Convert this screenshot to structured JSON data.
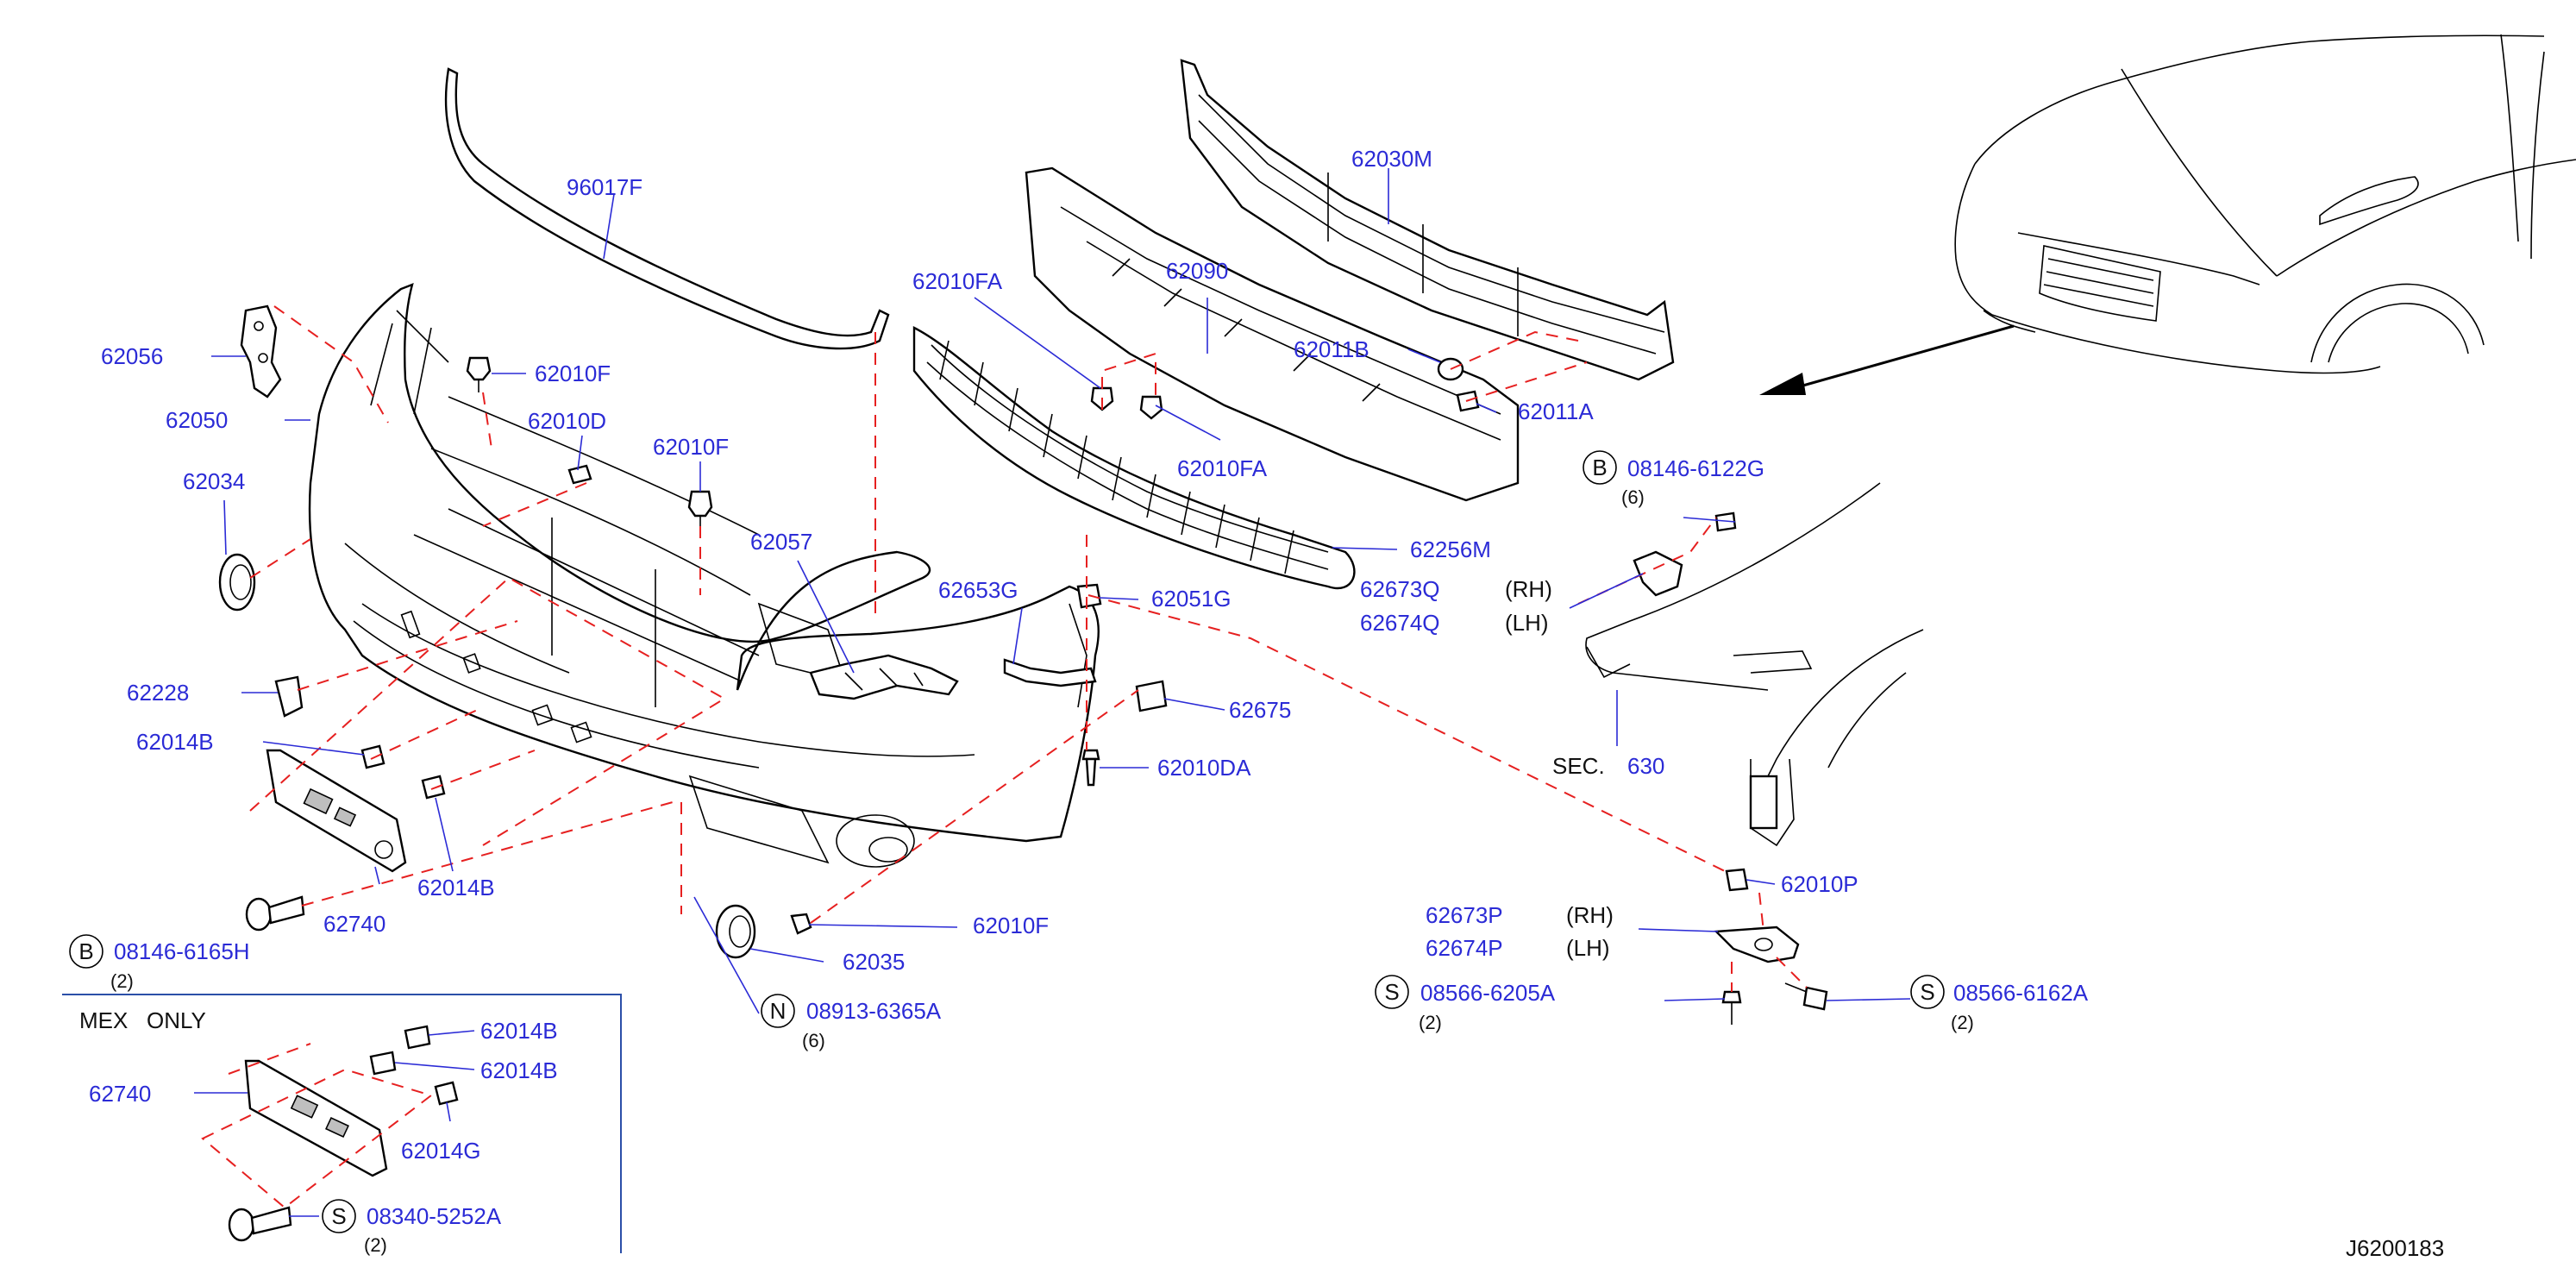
{
  "labels": {
    "p96017F": "96017F",
    "p62056": "62056",
    "p62050": "62050",
    "p62034": "62034",
    "p62010F_a": "62010F",
    "p62010D": "62010D",
    "p62010F_b": "62010F",
    "p62057": "62057",
    "p62228": "62228",
    "p62014B_a": "62014B",
    "p62014B_b": "62014B",
    "p62740_a": "62740",
    "p08146_6165H": "08146-6165H",
    "q08146_6165H": "(2)",
    "p62010F_c": "62010F",
    "p62035": "62035",
    "p08913_6365A": "08913-6365A",
    "q08913_6365A": "(6)",
    "p62010FA_a": "62010FA",
    "p62090": "62090",
    "p62010FA_b": "62010FA",
    "p62030M": "62030M",
    "p62011B": "62011B",
    "p62011A": "62011A",
    "p08146_6122G": "08146-6122G",
    "q08146_6122G": "(6)",
    "p62256M": "62256M",
    "p62653G": "62653G",
    "p62051G": "62051G",
    "p62673Q": "62673Q",
    "s62673Q": "(RH)",
    "p62674Q": "62674Q",
    "s62674Q": "(LH)",
    "p62675": "62675",
    "p62010DA": "62010DA",
    "sec_text": "SEC.",
    "sec_num": "630",
    "p62010P": "62010P",
    "p62673P": "62673P",
    "s62673P": "(RH)",
    "p62674P": "62674P",
    "s62674P": "(LH)",
    "p08566_6205A": "08566-6205A",
    "q08566_6205A": "(2)",
    "p08566_6162A": "08566-6162A",
    "q08566_6162A": "(2)",
    "mex_only": "MEX   ONLY",
    "p62740_b": "62740",
    "p62014B_c": "62014B",
    "p62014B_d": "62014B",
    "p62014G": "62014G",
    "p08340_5252A": "08340-5252A",
    "q08340_5252A": "(2)",
    "diagram_code": "J6200183"
  },
  "symbols": {
    "bolt_b": "B",
    "nut_n": "N",
    "screw_s": "S"
  },
  "colors": {
    "part_number": "#2b2bd6",
    "alignment_dash": "#e62020",
    "outline": "#000000"
  }
}
